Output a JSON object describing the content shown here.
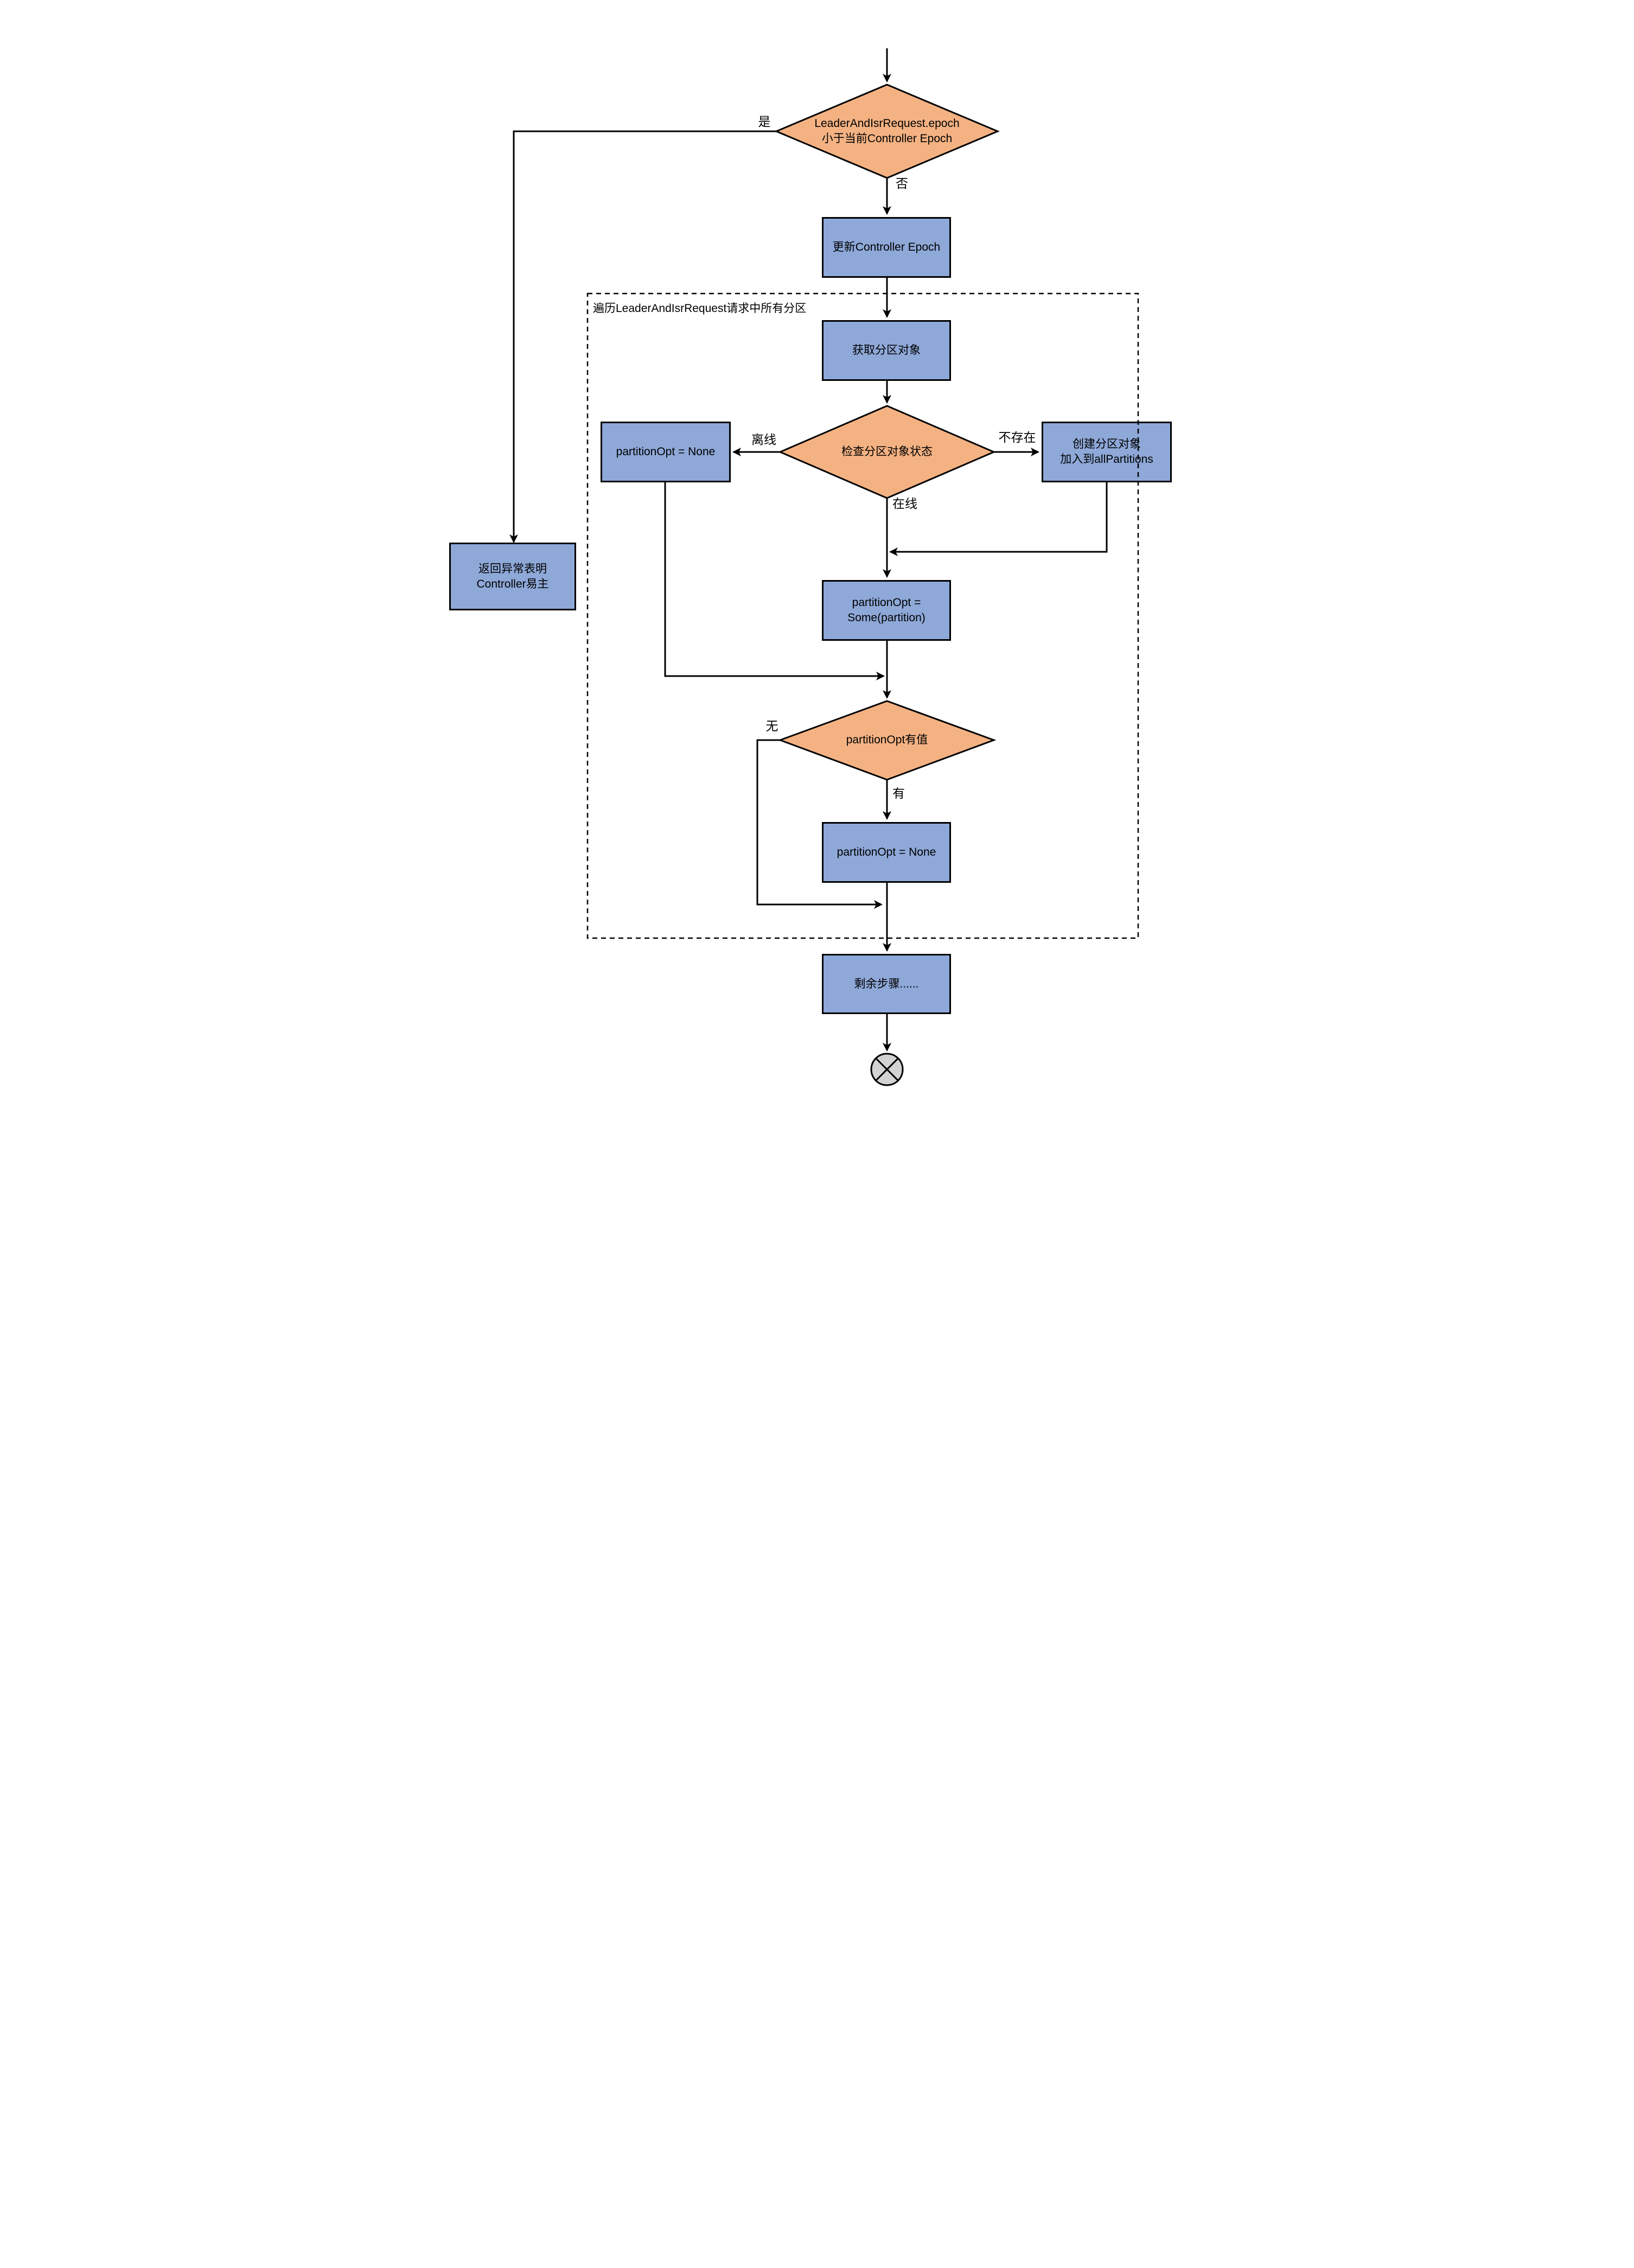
{
  "diagram": {
    "kind": "flowchart",
    "colors": {
      "decision_fill": "#F4B283",
      "process_fill": "#8EA8D8",
      "terminator_fill": "#D3D3D3",
      "stroke": "#000000"
    },
    "nodes": {
      "decision_epoch": {
        "label": "LeaderAndIsrRequest.epoch\n小于当前Controller Epoch"
      },
      "process_update_epoch": {
        "label": "更新Controller Epoch"
      },
      "process_get_partition": {
        "label": "获取分区对象"
      },
      "decision_partition_state": {
        "label": "检查分区对象状态"
      },
      "process_partition_none_offline": {
        "label": "partitionOpt = None"
      },
      "process_create_partition": {
        "label": "创建分区对象\n加入到allPartitions"
      },
      "process_partition_some": {
        "label": "partitionOpt =\nSome(partition)"
      },
      "decision_partition_opt_has_value": {
        "label": "partitionOpt有值"
      },
      "process_partition_none_bottom": {
        "label": "partitionOpt = None"
      },
      "process_remaining_steps": {
        "label": "剩余步骤......"
      },
      "process_return_exception": {
        "label": "返回异常表明\nController易主"
      }
    },
    "loop_container": {
      "label": "遍历LeaderAndIsrRequest请求中所有分区"
    },
    "edge_labels": {
      "yes": "是",
      "no": "否",
      "offline": "离线",
      "not_exist": "不存在",
      "online": "在线",
      "none": "无",
      "has_value": "有"
    }
  }
}
